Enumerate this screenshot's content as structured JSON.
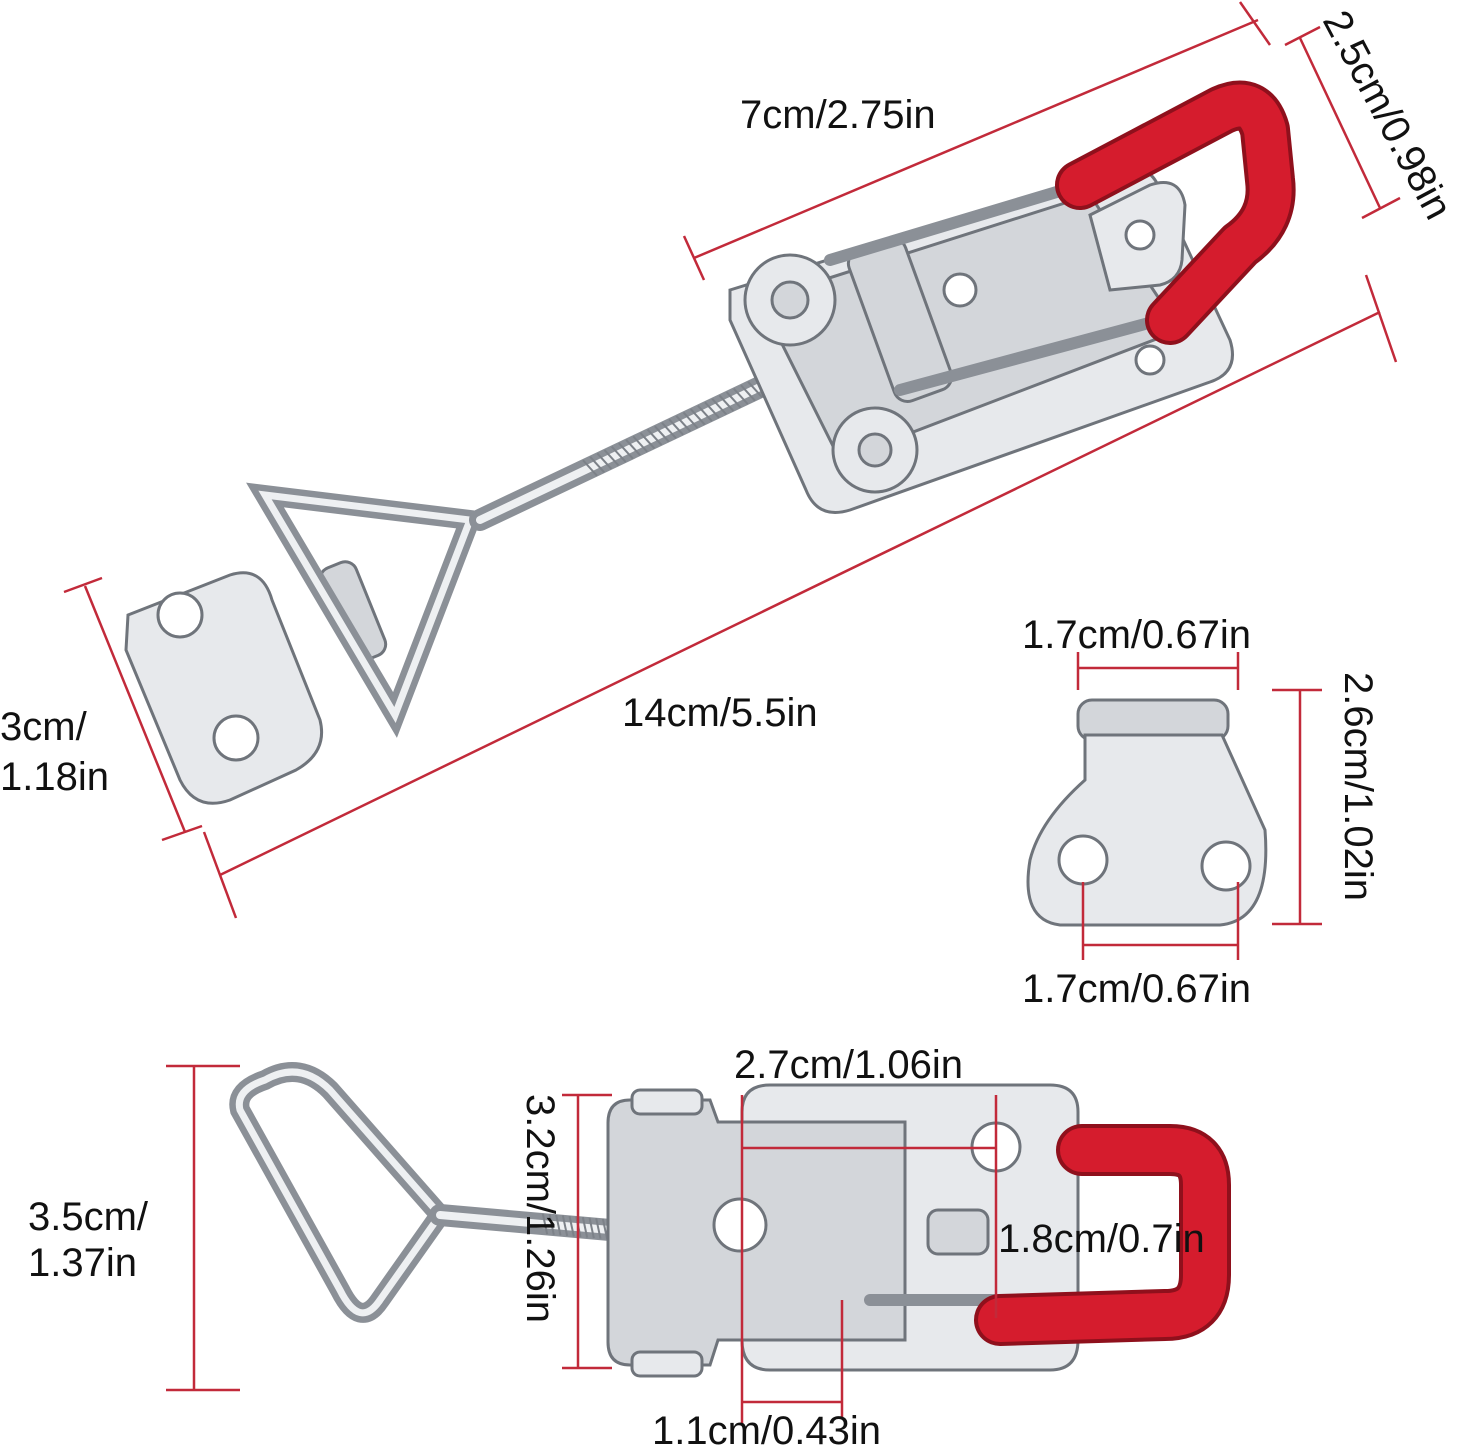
{
  "dimensions": {
    "top_rod_length": "7cm/2.75in",
    "top_width": "2.5cm/0.98in",
    "total_length": "14cm/5.5in",
    "catch_width_line1": "3cm/",
    "catch_width_line2": "1.18in",
    "catch_top_width": "1.7cm/0.67in",
    "catch_height": "2.6cm/1.02in",
    "catch_hole_spacing": "1.7cm/0.67in",
    "base_width": "2.7cm/1.06in",
    "body_height": "3.2cm/1.26in",
    "handle_height_line1": "3.5cm/",
    "handle_height_line2": "1.37in",
    "hole_spacing": "1.8cm/0.7in",
    "hole_offset": "1.1cm/0.43in"
  },
  "colors": {
    "dimension_line": "#c22a3a",
    "grip": "#d51c2d",
    "metal": "#e7e9ec"
  }
}
